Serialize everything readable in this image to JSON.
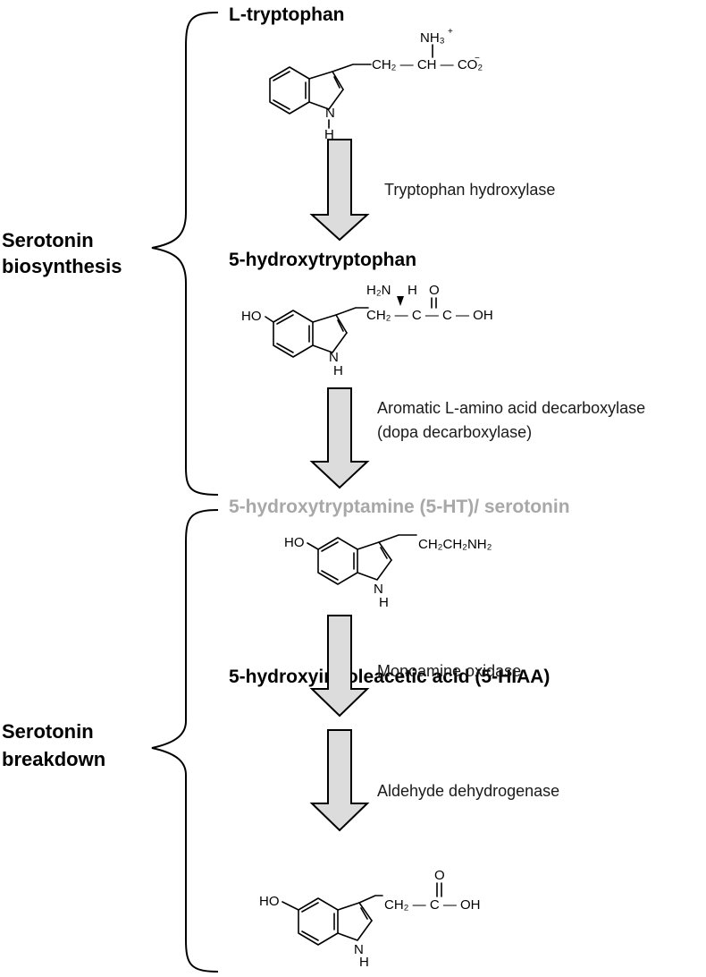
{
  "groups": [
    {
      "label_line1": "Serotonin",
      "label_line2": "biosynthesis"
    },
    {
      "label_line1": "Serotonin",
      "label_line2": "breakdown"
    }
  ],
  "compounds": [
    {
      "name": "L-tryptophan",
      "text_color": "#000000"
    },
    {
      "name": "5-hydroxytryptophan",
      "text_color": "#000000"
    },
    {
      "name": "5-hydroxytryptamine (5-HT)/ serotonin",
      "text_color": "#a8a8a8"
    },
    {
      "name": "5-hydroxyindoleacetic acid (5-HIAA)",
      "text_color": "#000000"
    }
  ],
  "enzymes": [
    {
      "line1": "Tryptophan hydroxylase",
      "line2": ""
    },
    {
      "line1": "Aromatic L-amino acid decarboxylase",
      "line2": "(dopa decarboxylase)"
    },
    {
      "line1": "Monoamine oxidase",
      "line2": ""
    },
    {
      "line1": "Aldehyde dehydrogenase",
      "line2": ""
    }
  ],
  "structures": {
    "trp": {
      "side_chain": "CH₂ — CH — CO₂",
      "charge_neg": "−",
      "amine": "NH₃",
      "charge_pos": "+",
      "n_label": "N",
      "h_label": "H"
    },
    "htp": {
      "ho": "HO",
      "side_chain": "CH₂ — C — C — OH",
      "amine": "H₂N",
      "h": "H",
      "o": "O",
      "n_label": "N",
      "h_label": "H"
    },
    "sero": {
      "ho": "HO",
      "side_chain": "CH₂CH₂NH₂",
      "n_label": "N",
      "h_label": "H"
    },
    "hiaa": {
      "ho": "HO",
      "side_chain": "CH₂ — C — OH",
      "o": "O",
      "n_label": "N",
      "h_label": "H"
    }
  },
  "colors": {
    "arrow_fill": "#dcdcdc",
    "serotonin_label": "#a8a8a8"
  }
}
